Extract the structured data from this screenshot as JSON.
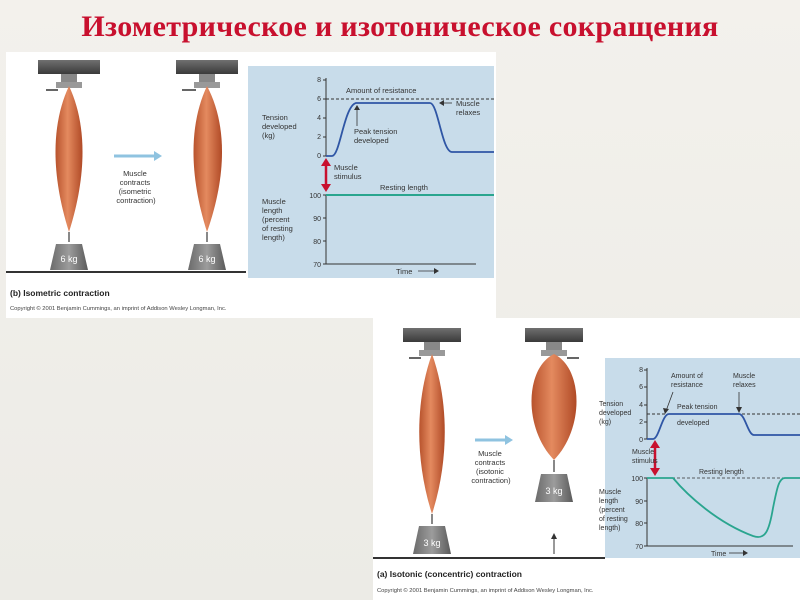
{
  "slide_title": "Изометрическое и изотоническое сокращения",
  "colors": {
    "title": "#c8102e",
    "plot_bg": "#c8dcea",
    "tension": "#2f56a5",
    "length": "#2aa58f",
    "stimulus": "#c8102e",
    "muscle": "#d9744a"
  },
  "top": {
    "weight_label_left": "6 kg",
    "weight_label_right": "6 kg",
    "arrow_text": [
      "Muscle",
      "contracts",
      "(isometric",
      "contraction)"
    ],
    "caption": "(b) Isometric contraction",
    "copyright": "Copyright © 2001 Benjamin Cummings, an imprint of Addison Wesley Longman, Inc.",
    "tension_label": [
      "Tension",
      "developed",
      "(kg)"
    ],
    "length_label": [
      "Muscle",
      "length",
      "(percent",
      "of resting",
      "length)"
    ],
    "tension_ticks": [
      "8",
      "6",
      "4",
      "2",
      "0"
    ],
    "length_ticks": [
      "100",
      "90",
      "80",
      "70"
    ],
    "ann_resistance": "Amount of resistance",
    "ann_peak": [
      "Peak tension",
      "developed"
    ],
    "ann_relaxes": [
      "Muscle",
      "relaxes"
    ],
    "ann_stimulus": [
      "Muscle",
      "stimulus"
    ],
    "ann_resting": "Resting length",
    "time_label": "Time"
  },
  "bottom": {
    "weight_label_left": "3 kg",
    "weight_label_right": "3 kg",
    "arrow_text": [
      "Muscle",
      "contracts",
      "(isotonic",
      "contraction)"
    ],
    "caption": "(a) Isotonic (concentric) contraction",
    "copyright": "Copyright © 2001 Benjamin Cummings, an imprint of Addison Wesley Longman, Inc.",
    "tension_label": [
      "Tension",
      "developed",
      "(kg)"
    ],
    "length_label": [
      "Muscle",
      "length",
      "(percent",
      "of resting",
      "length)"
    ],
    "tension_ticks": [
      "8",
      "6",
      "4",
      "2",
      "0"
    ],
    "length_ticks": [
      "100",
      "90",
      "80",
      "70"
    ],
    "ann_resistance": [
      "Amount of",
      "resistance"
    ],
    "ann_peak": [
      "Peak tension",
      "developed"
    ],
    "ann_relaxes": [
      "Muscle",
      "relaxes"
    ],
    "ann_stimulus": [
      "Muscle",
      "stimulus"
    ],
    "ann_resting": "Resting length",
    "time_label": "Time"
  }
}
